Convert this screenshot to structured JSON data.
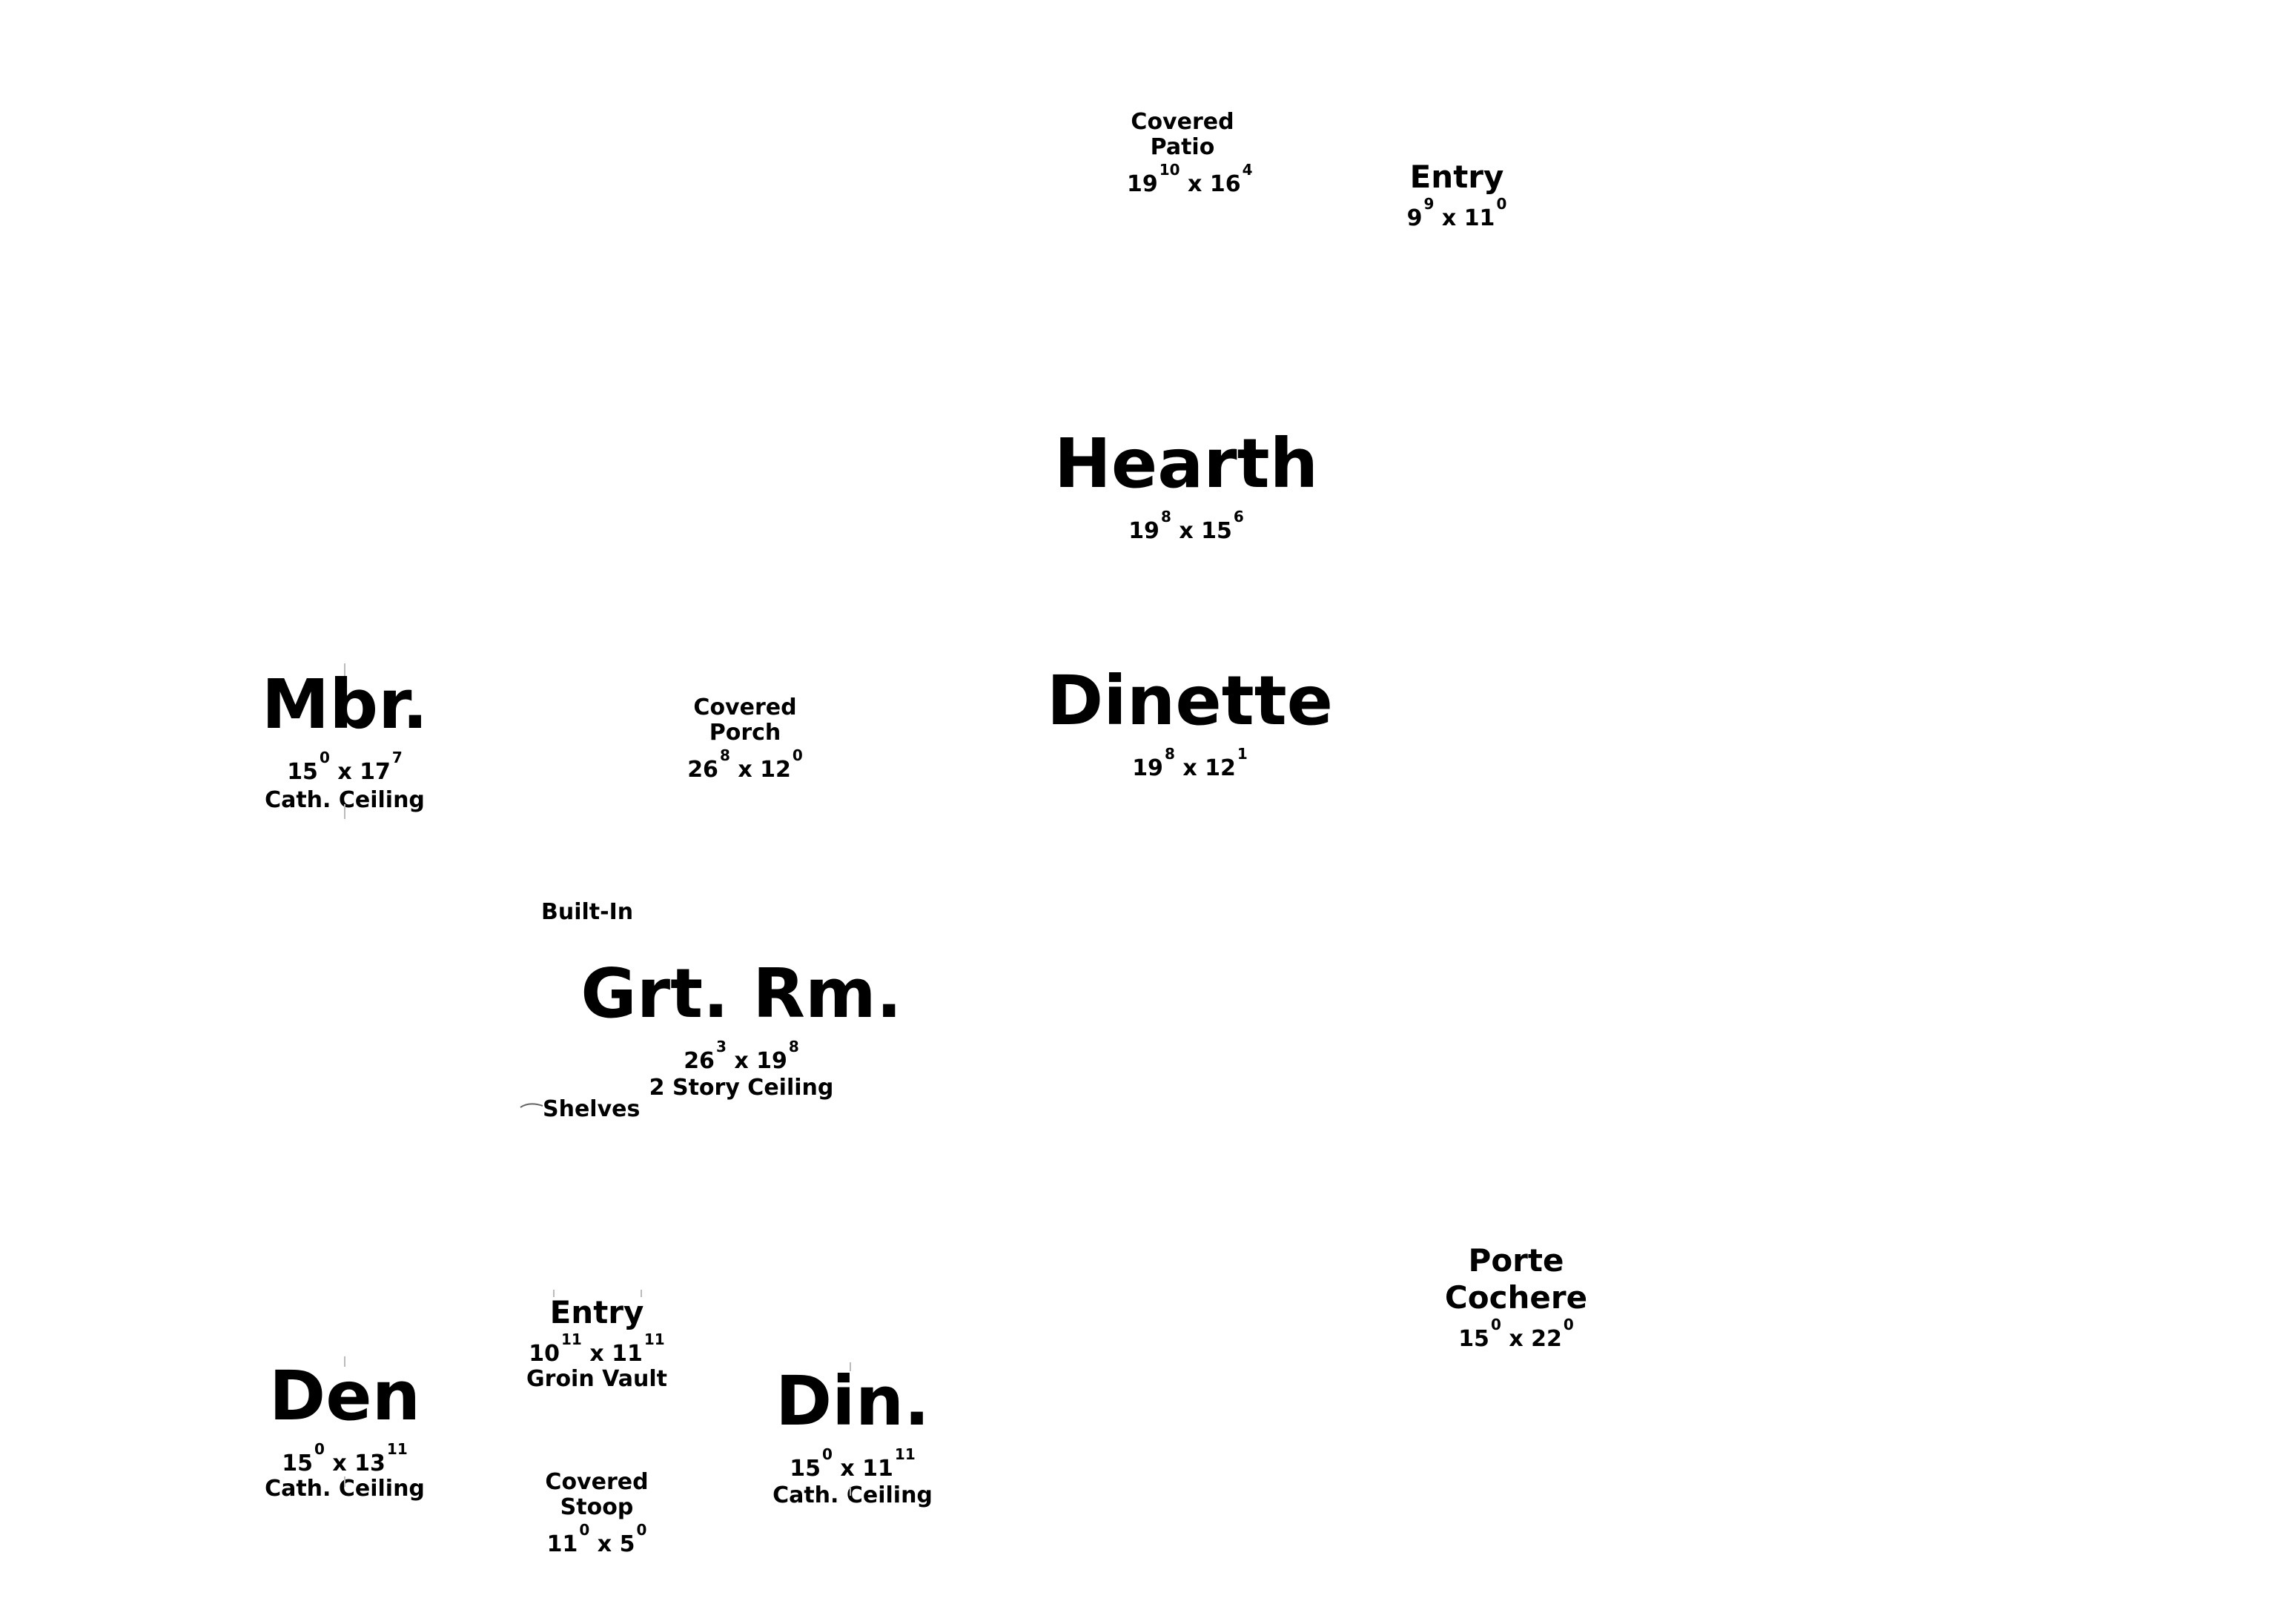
{
  "rooms": {
    "covered_patio": {
      "name_l1": "Covered",
      "name_l2": "Patio",
      "w": "19",
      "w_in": "10",
      "x": "x",
      "h": "16",
      "h_in": "4"
    },
    "entry_top": {
      "name": "Entry",
      "w": "9",
      "w_in": "9",
      "x": "x",
      "h": "11",
      "h_in": "0"
    },
    "hearth": {
      "name": "Hearth",
      "w": "19",
      "w_in": "8",
      "x": "x",
      "h": "15",
      "h_in": "6"
    },
    "dinette": {
      "name": "Dinette",
      "w": "19",
      "w_in": "8",
      "x": "x",
      "h": "12",
      "h_in": "1"
    },
    "mbr": {
      "name": "Mbr.",
      "w": "15",
      "w_in": "0",
      "x": "x",
      "h": "17",
      "h_in": "7",
      "note": "Cath. Ceiling"
    },
    "covered_porch": {
      "name_l1": "Covered",
      "name_l2": "Porch",
      "w": "26",
      "w_in": "8",
      "x": "x",
      "h": "12",
      "h_in": "0"
    },
    "great_room": {
      "name": "Grt. Rm.",
      "w": "26",
      "w_in": "3",
      "x": "x",
      "h": "19",
      "h_in": "8",
      "note": "2 Story Ceiling"
    },
    "porte_cochere": {
      "name_l1": "Porte",
      "name_l2": "Cochere",
      "w": "15",
      "w_in": "0",
      "x": "x",
      "h": "22",
      "h_in": "0"
    },
    "entry_bottom": {
      "name": "Entry",
      "w": "10",
      "w_in": "11",
      "x": "x",
      "h": "11",
      "h_in": "11",
      "note": "Groin Vault"
    },
    "den": {
      "name": "Den",
      "w": "15",
      "w_in": "0",
      "x": "x",
      "h": "13",
      "h_in": "11",
      "note": "Cath. Ceiling"
    },
    "dining": {
      "name": "Din.",
      "w": "15",
      "w_in": "0",
      "x": "x",
      "h": "11",
      "h_in": "11",
      "note": "Cath. Ceiling"
    },
    "covered_stoop": {
      "name_l1": "Covered",
      "name_l2": "Stoop",
      "w": "11",
      "w_in": "0",
      "x": "x",
      "h": "5",
      "h_in": "0"
    }
  },
  "labels": {
    "built_in": "Built-In",
    "shelves": "Shelves"
  }
}
